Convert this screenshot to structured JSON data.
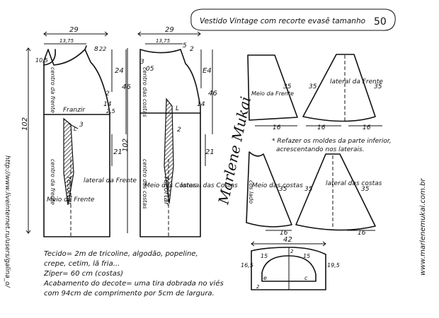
{
  "title": {
    "text": "Vestido Vintage com recorte evasê tamanho",
    "size": "50"
  },
  "front": {
    "width_top": "29",
    "shoulder": "13,75",
    "neck_a": "8",
    "neck_b": "22",
    "shoulder_left": "10,5",
    "armhole": "24",
    "bust_side": "46",
    "dart_top": "2",
    "dart_low": "14",
    "seam": "2,5",
    "length": "102",
    "frenzir": "Franzir",
    "skirt_len": "21",
    "mark_a": "L",
    "mark_b": "3",
    "center_label": "centro da frente",
    "piece_a": "Meio da Frente",
    "piece_b": "lateral da Frente",
    "recortar": "recortar"
  },
  "back": {
    "width_top": "29",
    "shoulder": "13,75",
    "neck_a": "3",
    "neck_b": "5",
    "neck_c": "2",
    "offset": "05",
    "armhole": "E4",
    "bust_side": "46",
    "dart_low": "14",
    "length": "102",
    "skirt_len": "21",
    "mark_a": "L",
    "mark_b": "2",
    "center_label": "centro das costas",
    "piece_a": "Meio das Costas",
    "piece_b": "lateral das Costas",
    "recortar": "recortar"
  },
  "skirt_front": {
    "mid_label": "Meio da Frente",
    "lat_label": "lateral da Frente",
    "seam_a": "35",
    "seam_b": "35",
    "seam_c": "35",
    "hem_a": "16",
    "hem_b": "16",
    "hem_c": "16"
  },
  "skirt_back": {
    "mid_label": "Meio das costas",
    "lat_label": "lateral das costas",
    "seam_a": "35",
    "seam_b": "35",
    "seam_c": "35",
    "hem_a": "16",
    "hem_b": "16",
    "fold": "cos lado"
  },
  "redo_note": {
    "line1": "* Refazer os moldes da parte inferior,",
    "line2": "acrescentando nos laterais."
  },
  "facing": {
    "width": "42",
    "left_h": "16,5",
    "right_h": "19,5",
    "a": "15",
    "b": "15",
    "c": "c",
    "e": "e",
    "mid": "2",
    "d": "2"
  },
  "signature": "Marlene Mukai",
  "notes": {
    "l1": "Tecido= 2m de tricoline, algodão, popeline,",
    "l2": "crepe, cetim, lã fria...",
    "l3": "Zíper= 60 cm (costas)",
    "l4": "Acabamento do decote= uma tira dobrada no viés",
    "l5": "com 94cm de comprimento por 5cm de largura."
  },
  "side_left": "http://www.liveinternet.ru/users/galina_o/",
  "side_right": "www.marlenemukai.com.br"
}
